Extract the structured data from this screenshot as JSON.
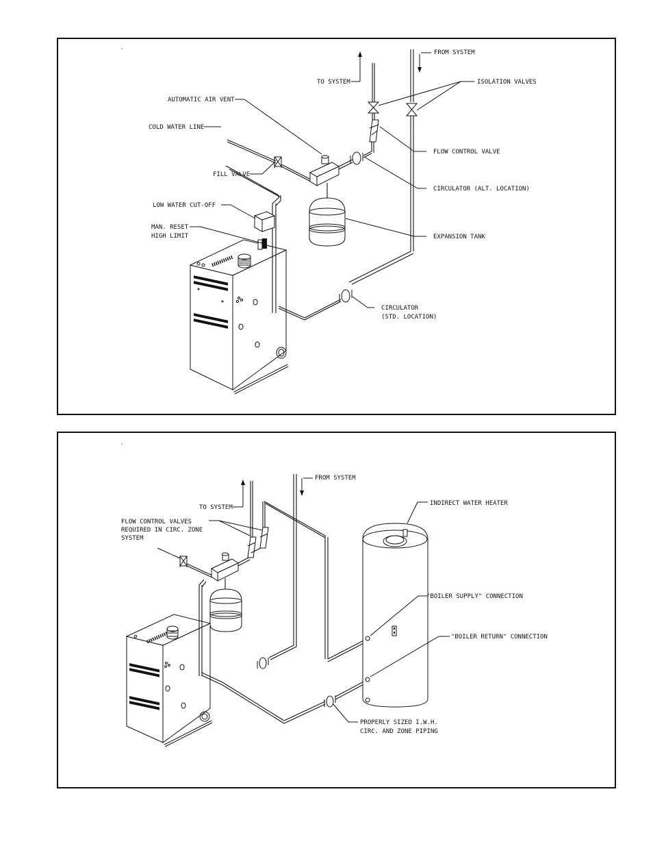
{
  "top_panel": {
    "labels": {
      "from_system": "FROM SYSTEM",
      "to_system": "TO SYSTEM",
      "isolation_valves": "ISOLATION VALVES",
      "automatic_air_vent": "AUTOMATIC AIR VENT",
      "cold_water_line": "COLD WATER LINE",
      "flow_control_valve": "FLOW CONTROL VALVE",
      "fill_valve": "FILL VALVE",
      "circulator_alt": "CIRCULATOR (ALT. LOCATION)",
      "low_water_cutoff": "LOW WATER CUT-OFF",
      "man_reset_line1": "MAN. RESET",
      "man_reset_line2": "HIGH LIMIT",
      "expansion_tank": "EXPANSION TANK",
      "circulator_std_line1": "CIRCULATOR",
      "circulator_std_line2": "(STD. LOCATION)"
    }
  },
  "bottom_panel": {
    "labels": {
      "from_system": "FROM SYSTEM",
      "to_system": "TO SYSTEM",
      "indirect_water_heater": "INDIRECT WATER HEATER",
      "flow_control_line1": "FLOW CONTROL VALVES",
      "flow_control_line2": "REQUIRED IN CIRC. ZONE",
      "flow_control_line3": "SYSTEM",
      "boiler_supply": "\"BOILER SUPPLY\" CONNECTION",
      "boiler_return": "\"BOILER RETURN\" CONNECTION",
      "piping_line1": "PROPERLY SIZED I.W.H.",
      "piping_line2": "CIRC. AND ZONE PIPING"
    }
  }
}
